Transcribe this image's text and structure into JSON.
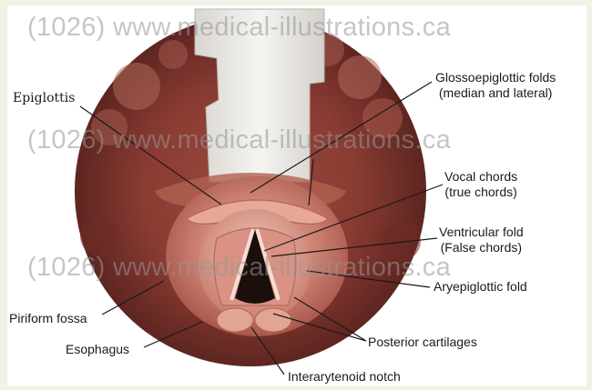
{
  "watermarks": [
    "(1026) www.medical-illustrations.ca",
    "(1026) www.medical-illustrations.ca",
    "(1026) www.medical-illustrations.ca"
  ],
  "labels": {
    "epiglottis": "Epiglottis",
    "glossoepiglottic_1": "Glossoepiglottic folds",
    "glossoepiglottic_2": "(median and lateral)",
    "vocal_1": "Vocal chords",
    "vocal_2": "(true chords)",
    "ventricular_1": "Ventricular fold",
    "ventricular_2": "(False chords)",
    "aryepiglottic": "Aryepiglottic fold",
    "piriform": "Piriform fossa",
    "esophagus": "Esophagus",
    "posterior": "Posterior cartilages",
    "interarytenoid": "Interarytenoid notch"
  },
  "colors": {
    "page_bg": "#f1f1e6",
    "panel_bg": "#ffffff",
    "tissue_dark": "#7a2f28",
    "tissue_mid": "#a9544a",
    "tissue_light": "#d79a8c",
    "instrument": "#eceae6"
  }
}
